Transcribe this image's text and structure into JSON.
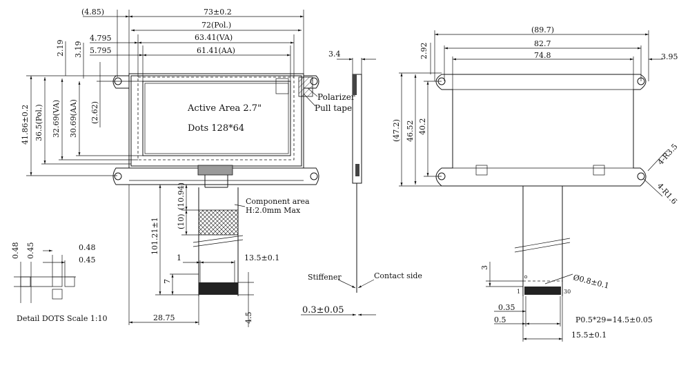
{
  "front_view": {
    "dim_top_4_85": "(4.85)",
    "dim_73": "73±0.2",
    "dim_72": "72(Pol.)",
    "dim_4_795": "4.795",
    "dim_63_41": "63.41(VA)",
    "dim_5_795": "5.795",
    "dim_61_41": "61.41(AA)",
    "dim_2_19": "2.19",
    "dim_3_19": "3.19",
    "dim_2_62": "(2.62)",
    "dim_41_86": "41.86±0.2",
    "dim_36_5": "36.5(Pol.)",
    "dim_32_69": "32.69(VA)",
    "dim_30_69": "30.69(AA)",
    "active_area": "Active Area 2.7\"",
    "dots": "Dots 128*64",
    "polarizer": "Polarizer",
    "pull_tape": "Pull tape"
  },
  "fpc": {
    "dim_10_94": "(10.94)",
    "dim_10": "(10)",
    "dim_101_21": "101.21±1",
    "dim_7": "7",
    "dim_1": "1",
    "dim_13_5": "13.5±0.1",
    "dim_28_75": "28.75",
    "dim_4_5": "4.5",
    "component_area_1": "Component area",
    "component_area_2": "H:2.0mm Max"
  },
  "detail": {
    "dim_0_48_v": "0.48",
    "dim_0_45_v": "0.45",
    "dim_0_48_h": "0.48",
    "dim_0_45_h": "0.45",
    "caption": "Detail DOTS  Scale 1:10"
  },
  "side_view": {
    "dim_3_4": "3.4",
    "stiffener": "Stiffener",
    "contact_side": "Contact side",
    "dim_0_3": "0.3±0.05"
  },
  "back_view": {
    "dim_89_7": "(89.7)",
    "dim_82_7": "82.7",
    "dim_74_8": "74.8",
    "dim_2_92": "2.92",
    "dim_3_95": "3.95",
    "dim_47_2": "(47.2)",
    "dim_46_52": "46.52",
    "dim_40_2": "40.2",
    "dim_r3_5": "4-R3.5",
    "dim_r1_6": "4-R1.6",
    "dim_3": "3",
    "dim_phi": "Ø0.8±0.1",
    "pin_1": "1",
    "pin_30": "30",
    "dim_0_35": "0.35",
    "dim_0_5": "0.5",
    "dim_pitch": "P0.5*29=14.5±0.05",
    "dim_15_5": "15.5±0.1"
  }
}
